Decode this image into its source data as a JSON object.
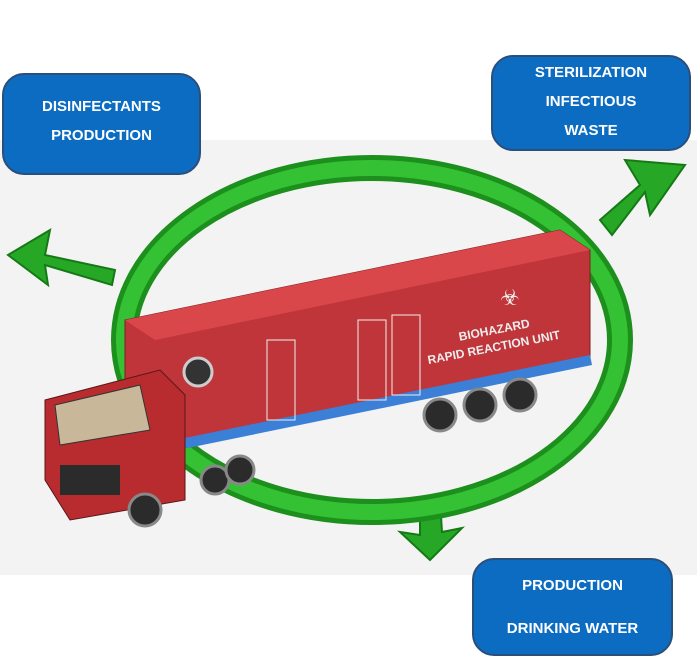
{
  "boxes": {
    "disinfectants": {
      "line1": "DISINFECTANTS",
      "line2": "PRODUCTION"
    },
    "sterilization": {
      "line1": "STERILIZATION",
      "line2": "INFECTIOUS",
      "line3": "WASTE"
    },
    "water": {
      "line1": "PRODUCTION",
      "line2": "DRINKING WATER"
    }
  },
  "truck": {
    "line1": "BIOHAZARD",
    "line2": "RAPID REACTION UNIT"
  },
  "colors": {
    "box": "#0b6cc2",
    "ring": "#22a322",
    "truck": "#c0353a"
  }
}
